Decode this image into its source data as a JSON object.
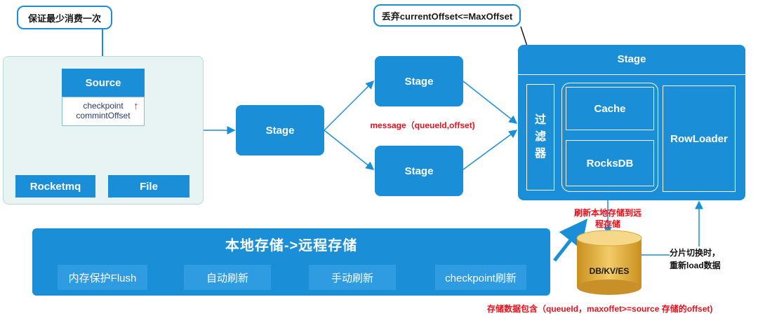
{
  "callouts": {
    "source_note": "保证最少消费一次",
    "filter_note": "丢弃currentOffset<=MaxOffset"
  },
  "source_group": {
    "source_title": "Source",
    "checkpoint_line1": "checkpoint",
    "checkpoint_line2": "commintOffset",
    "rocketmq": "Rocketmq",
    "file": "File"
  },
  "stages": {
    "stage_mid": "Stage",
    "stage_upper": "Stage",
    "stage_lower": "Stage",
    "message_label": "message（queueId,offset)"
  },
  "big_stage": {
    "title": "Stage",
    "filter": "过\n滤\n器",
    "cache": "Cache",
    "rocksdb": "RocksDB",
    "rowloader": "RowLoader"
  },
  "notes": {
    "flush_remote": "刷新本地存储到远\n程存储",
    "shard_switch": "分片切换时，\n重新load数据",
    "storage_contains": "存储数据包含（queueId，maxoffet>=source 存储的offset)"
  },
  "db": {
    "label": "DB/KV/ES"
  },
  "local_to_remote": {
    "title": "本地存储->远程存储",
    "buttons": [
      "内存保护Flush",
      "自动刷新",
      "手动刷新",
      "checkpoint刷新"
    ]
  },
  "colors": {
    "primary_blue": "#1a8fd8",
    "light_panel": "#e8f4f4",
    "alert_red": "#e8101a",
    "db_gold": "#e6b84a"
  }
}
